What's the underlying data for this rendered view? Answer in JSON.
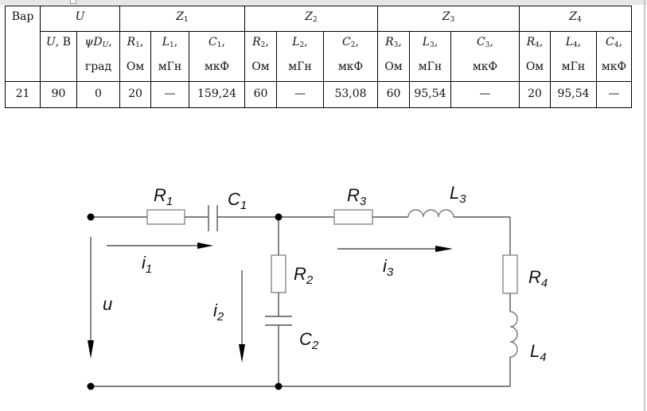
{
  "table": {
    "header_row1": {
      "var": "Вар",
      "groups": [
        "U",
        "Z",
        "Z",
        "Z",
        "Z"
      ],
      "group_subs": [
        "",
        "1",
        "2",
        "3",
        "4"
      ]
    },
    "header_row2": [
      {
        "sym": "U",
        "sub": "",
        "unit": ", В",
        "unit2": ""
      },
      {
        "sym": "ψD",
        "sub": "U",
        "unit": ",",
        "unit2": "град"
      },
      {
        "sym": "R",
        "sub": "1",
        "unit": ",",
        "unit2": "Ом"
      },
      {
        "sym": "L",
        "sub": "1",
        "unit": ",",
        "unit2": "мГн"
      },
      {
        "sym": "C",
        "sub": "1",
        "unit": ",",
        "unit2": "мкФ"
      },
      {
        "sym": "R",
        "sub": "2",
        "unit": ",",
        "unit2": "Ом"
      },
      {
        "sym": "L",
        "sub": "2",
        "unit": ",",
        "unit2": "мГн"
      },
      {
        "sym": "C",
        "sub": "2",
        "unit": ",",
        "unit2": "мкФ"
      },
      {
        "sym": "R",
        "sub": "3",
        "unit": ",",
        "unit2": "Ом"
      },
      {
        "sym": "L",
        "sub": "3",
        "unit": ",",
        "unit2": "мГн"
      },
      {
        "sym": "C",
        "sub": "3",
        "unit": ",",
        "unit2": "мкФ"
      },
      {
        "sym": "R",
        "sub": "4",
        "unit": ",",
        "unit2": "Ом"
      },
      {
        "sym": "L",
        "sub": "4",
        "unit": ",",
        "unit2": "мГн"
      },
      {
        "sym": "C",
        "sub": "4",
        "unit": ",",
        "unit2": "мкФ"
      }
    ],
    "row": [
      "21",
      "90",
      "0",
      "20",
      "—",
      "159,24",
      "60",
      "—",
      "53,08",
      "60",
      "95,54",
      "—",
      "20",
      "95,54",
      "—"
    ]
  },
  "circuit": {
    "labels": {
      "R1": {
        "main": "R",
        "sub": "1"
      },
      "C1": {
        "main": "C",
        "sub": "1"
      },
      "R3": {
        "main": "R",
        "sub": "3"
      },
      "L3": {
        "main": "L",
        "sub": "3"
      },
      "R2": {
        "main": "R",
        "sub": "2"
      },
      "C2": {
        "main": "C",
        "sub": "2"
      },
      "R4": {
        "main": "R",
        "sub": "4"
      },
      "L4": {
        "main": "L",
        "sub": "4"
      },
      "i1": {
        "main": "i",
        "sub": "1"
      },
      "i2": {
        "main": "i",
        "sub": "2"
      },
      "i3": {
        "main": "i",
        "sub": "3"
      },
      "u": {
        "main": "u",
        "sub": ""
      }
    }
  }
}
